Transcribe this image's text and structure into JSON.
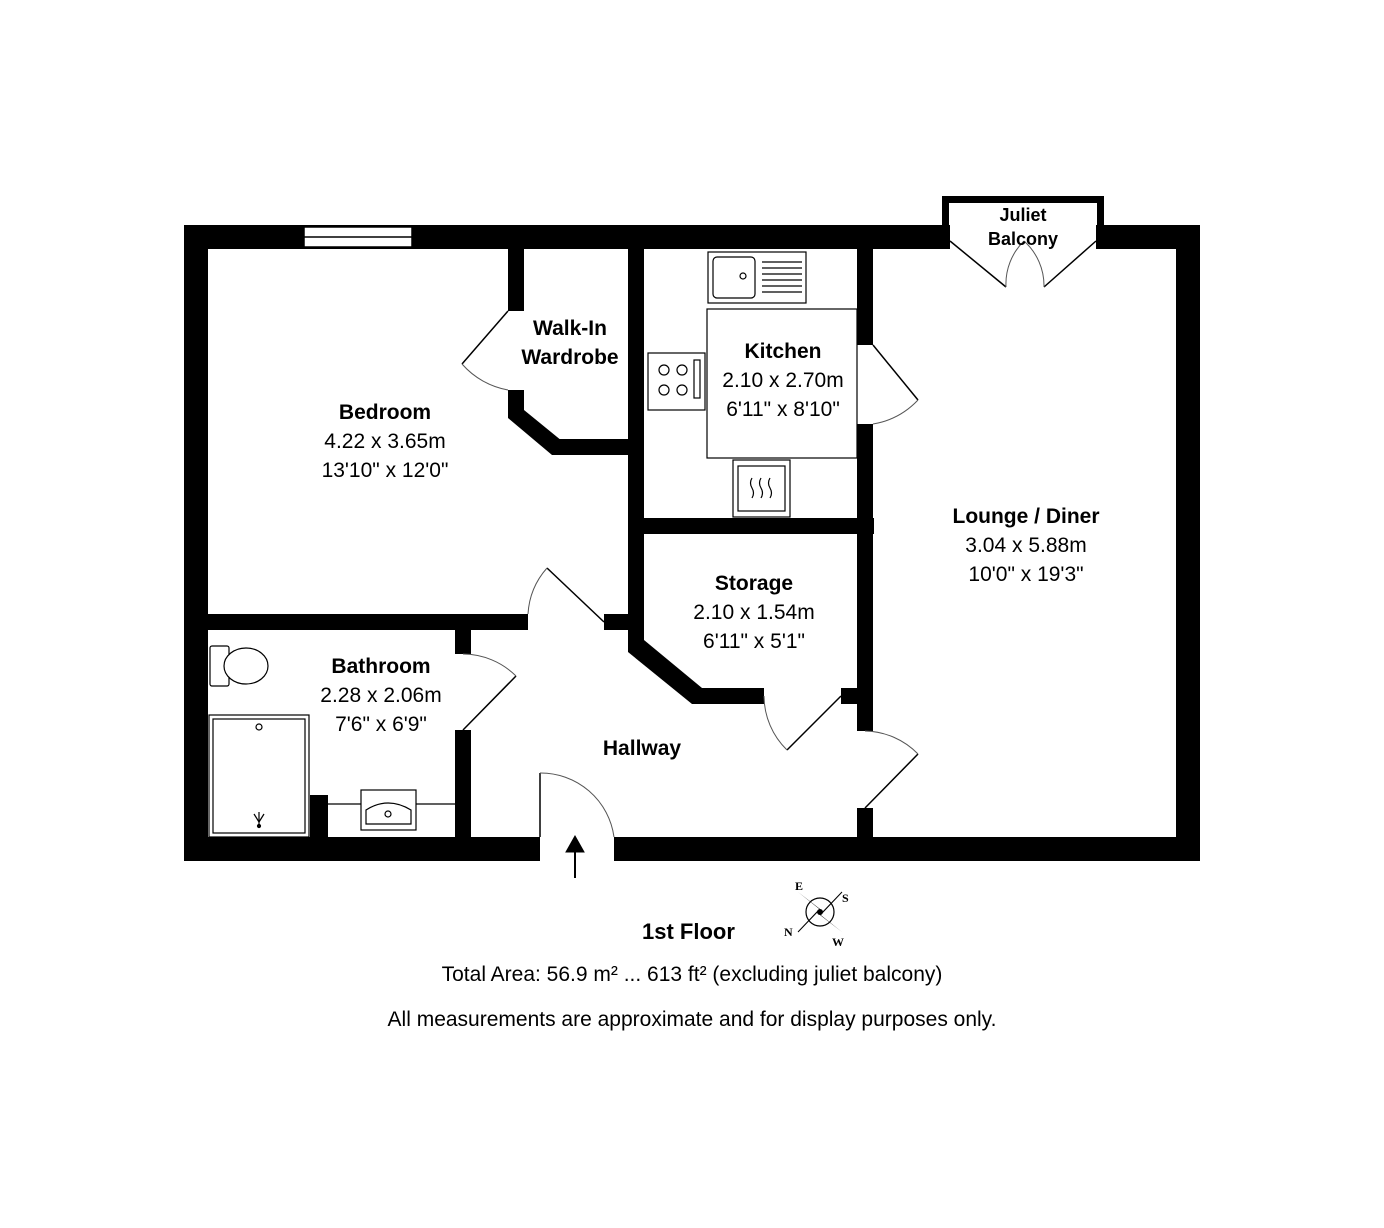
{
  "rooms": {
    "bedroom": {
      "title": "Bedroom",
      "metric": "4.22 x 3.65m",
      "imperial": "13'10\" x 12'0\""
    },
    "wardrobe": {
      "title_1": "Walk-In",
      "title_2": "Wardrobe"
    },
    "kitchen": {
      "title": "Kitchen",
      "metric": "2.10 x 2.70m",
      "imperial": "6'11\" x 8'10\""
    },
    "balcony": {
      "title_1": "Juliet",
      "title_2": "Balcony"
    },
    "lounge": {
      "title": "Lounge / Diner",
      "metric": "3.04 x 5.88m",
      "imperial": "10'0\" x 19'3\""
    },
    "storage": {
      "title": "Storage",
      "metric": "2.10 x 1.54m",
      "imperial": "6'11\" x 5'1\""
    },
    "bathroom": {
      "title": "Bathroom",
      "metric": "2.28 x 2.06m",
      "imperial": "7'6\" x 6'9\""
    },
    "hallway": {
      "title": "Hallway"
    }
  },
  "compass": {
    "n": "N",
    "e": "E",
    "s": "S",
    "w": "W"
  },
  "footer": {
    "floor": "1st Floor",
    "total_area": "Total Area: 56.9 m² ... 613 ft² (excluding juliet balcony)",
    "disclaimer": "All measurements are approximate and for display purposes only."
  },
  "colors": {
    "wall": "#000000",
    "background": "#ffffff",
    "fixture_stroke": "#000000",
    "door_arc": "#555555"
  }
}
